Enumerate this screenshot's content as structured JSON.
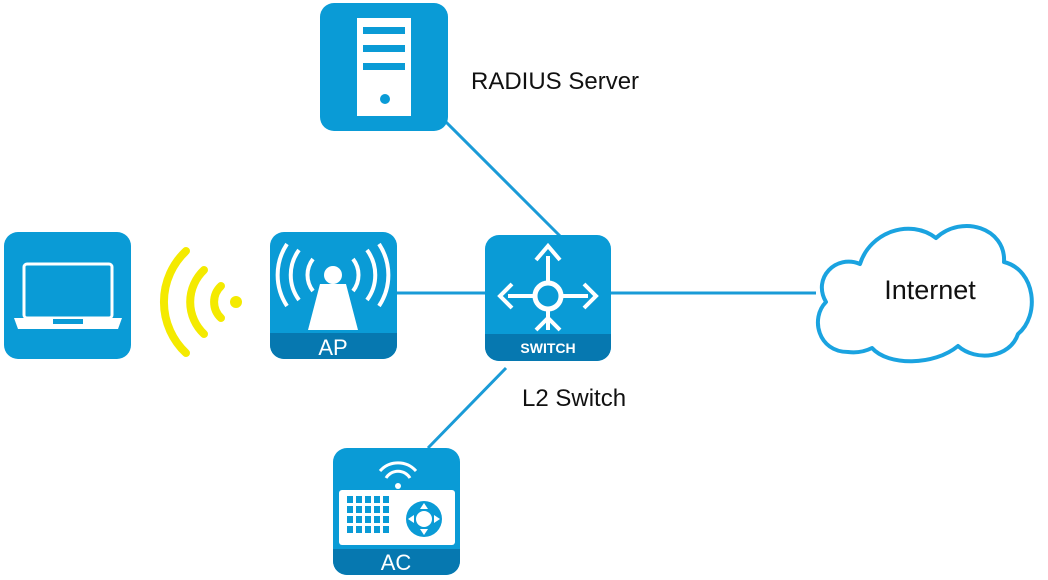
{
  "colors": {
    "device_fill": "#0a9bd6",
    "device_dark": "#0678b0",
    "link": "#1a9bd7",
    "wireless": "#f4ea00",
    "cloud_stroke": "#1aa3e0"
  },
  "devices": {
    "radius": {
      "label": "RADIUS Server",
      "icon": "server-icon"
    },
    "laptop": {
      "icon": "laptop-icon"
    },
    "ap": {
      "badge": "AP",
      "icon": "access-point-icon"
    },
    "switch": {
      "badge": "SWITCH",
      "label": "L2 Switch",
      "icon": "switch-icon"
    },
    "ac": {
      "badge": "AC",
      "icon": "access-controller-icon"
    },
    "internet": {
      "label": "Internet",
      "icon": "cloud-icon"
    }
  },
  "links": [
    {
      "from": "radius",
      "to": "switch"
    },
    {
      "from": "ap",
      "to": "switch"
    },
    {
      "from": "switch",
      "to": "internet"
    },
    {
      "from": "switch",
      "to": "ac"
    }
  ]
}
